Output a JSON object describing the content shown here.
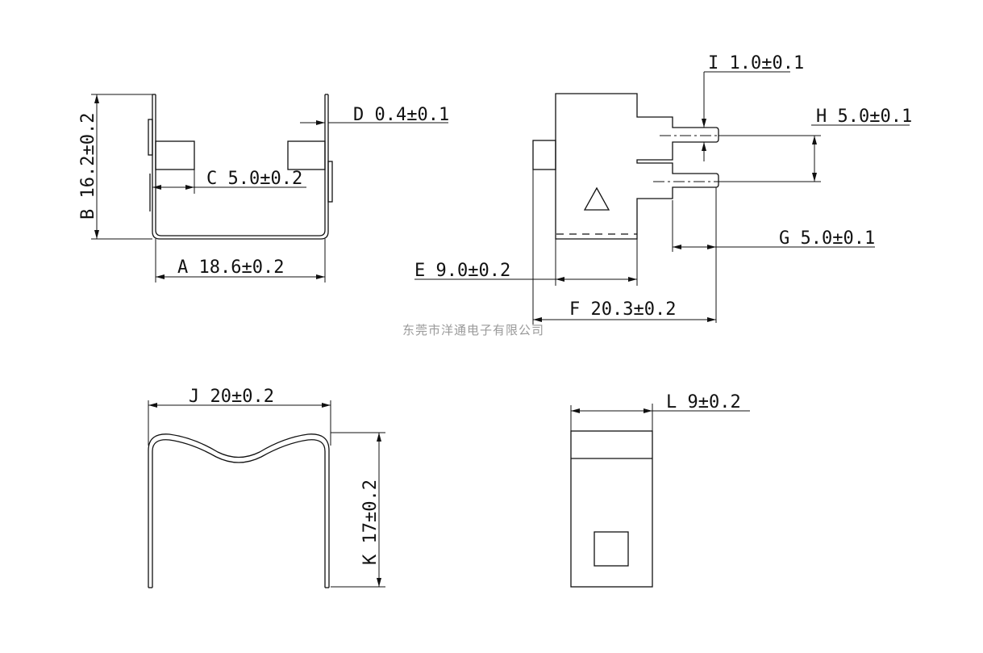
{
  "dimensions": {
    "A": "A  18.6±0.2",
    "B": "B 16.2±0.2",
    "C": "C 5.0±0.2",
    "D": "D 0.4±0.1",
    "E": "E 9.0±0.2",
    "F": "F 20.3±0.2",
    "G": "G 5.0±0.1",
    "H": "H 5.0±0.1",
    "I": "I 1.0±0.1",
    "J": "J  20±0.2",
    "K": "K  17±0.2",
    "L": "L  9±0.2"
  },
  "watermark": "东莞市洋通电子有限公司",
  "polarity_symbol": "△"
}
